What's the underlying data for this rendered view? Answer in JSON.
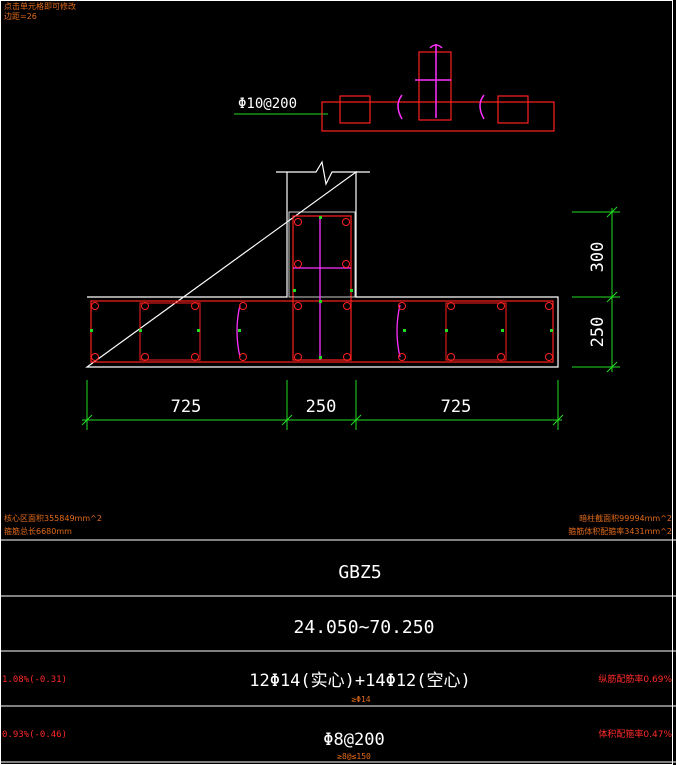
{
  "header": {
    "line1": "点击单元格即可修改",
    "line2": "边距=26"
  },
  "stirrup_detail": {
    "label": "Φ10@200"
  },
  "dimensions": {
    "left": "725",
    "mid": "250",
    "right": "725",
    "upper": "300",
    "lower": "250"
  },
  "areas": {
    "left_line1": "核心区面积355849mm^2",
    "left_line2": "箍筋总长6680mm",
    "right_line1": "暗柱截面积99994mm^2",
    "right_line2": "箍筋体积配箍率3431mm^2"
  },
  "table": {
    "name": "GBZ5",
    "elevation": "24.050~70.250",
    "rebar": "12Φ14(实心)+14Φ12(空心)",
    "rebar_note": "≥Φ14",
    "rebar_left": "1.08%(-0.31)",
    "rebar_right": "纵筋配筋率0.69%",
    "stirrup": "Φ8@200",
    "stirrup_note": "≥8@≤150",
    "stirrup_left": "0.93%(-0.46)",
    "stirrup_right": "体积配箍率0.47%"
  },
  "colors": {
    "background": "#000000",
    "outline": "#ffffff",
    "rebar": "#ff2020",
    "tie": "#ff30ff",
    "dimension": "#22dd22",
    "annotation": "#e06a1a"
  }
}
